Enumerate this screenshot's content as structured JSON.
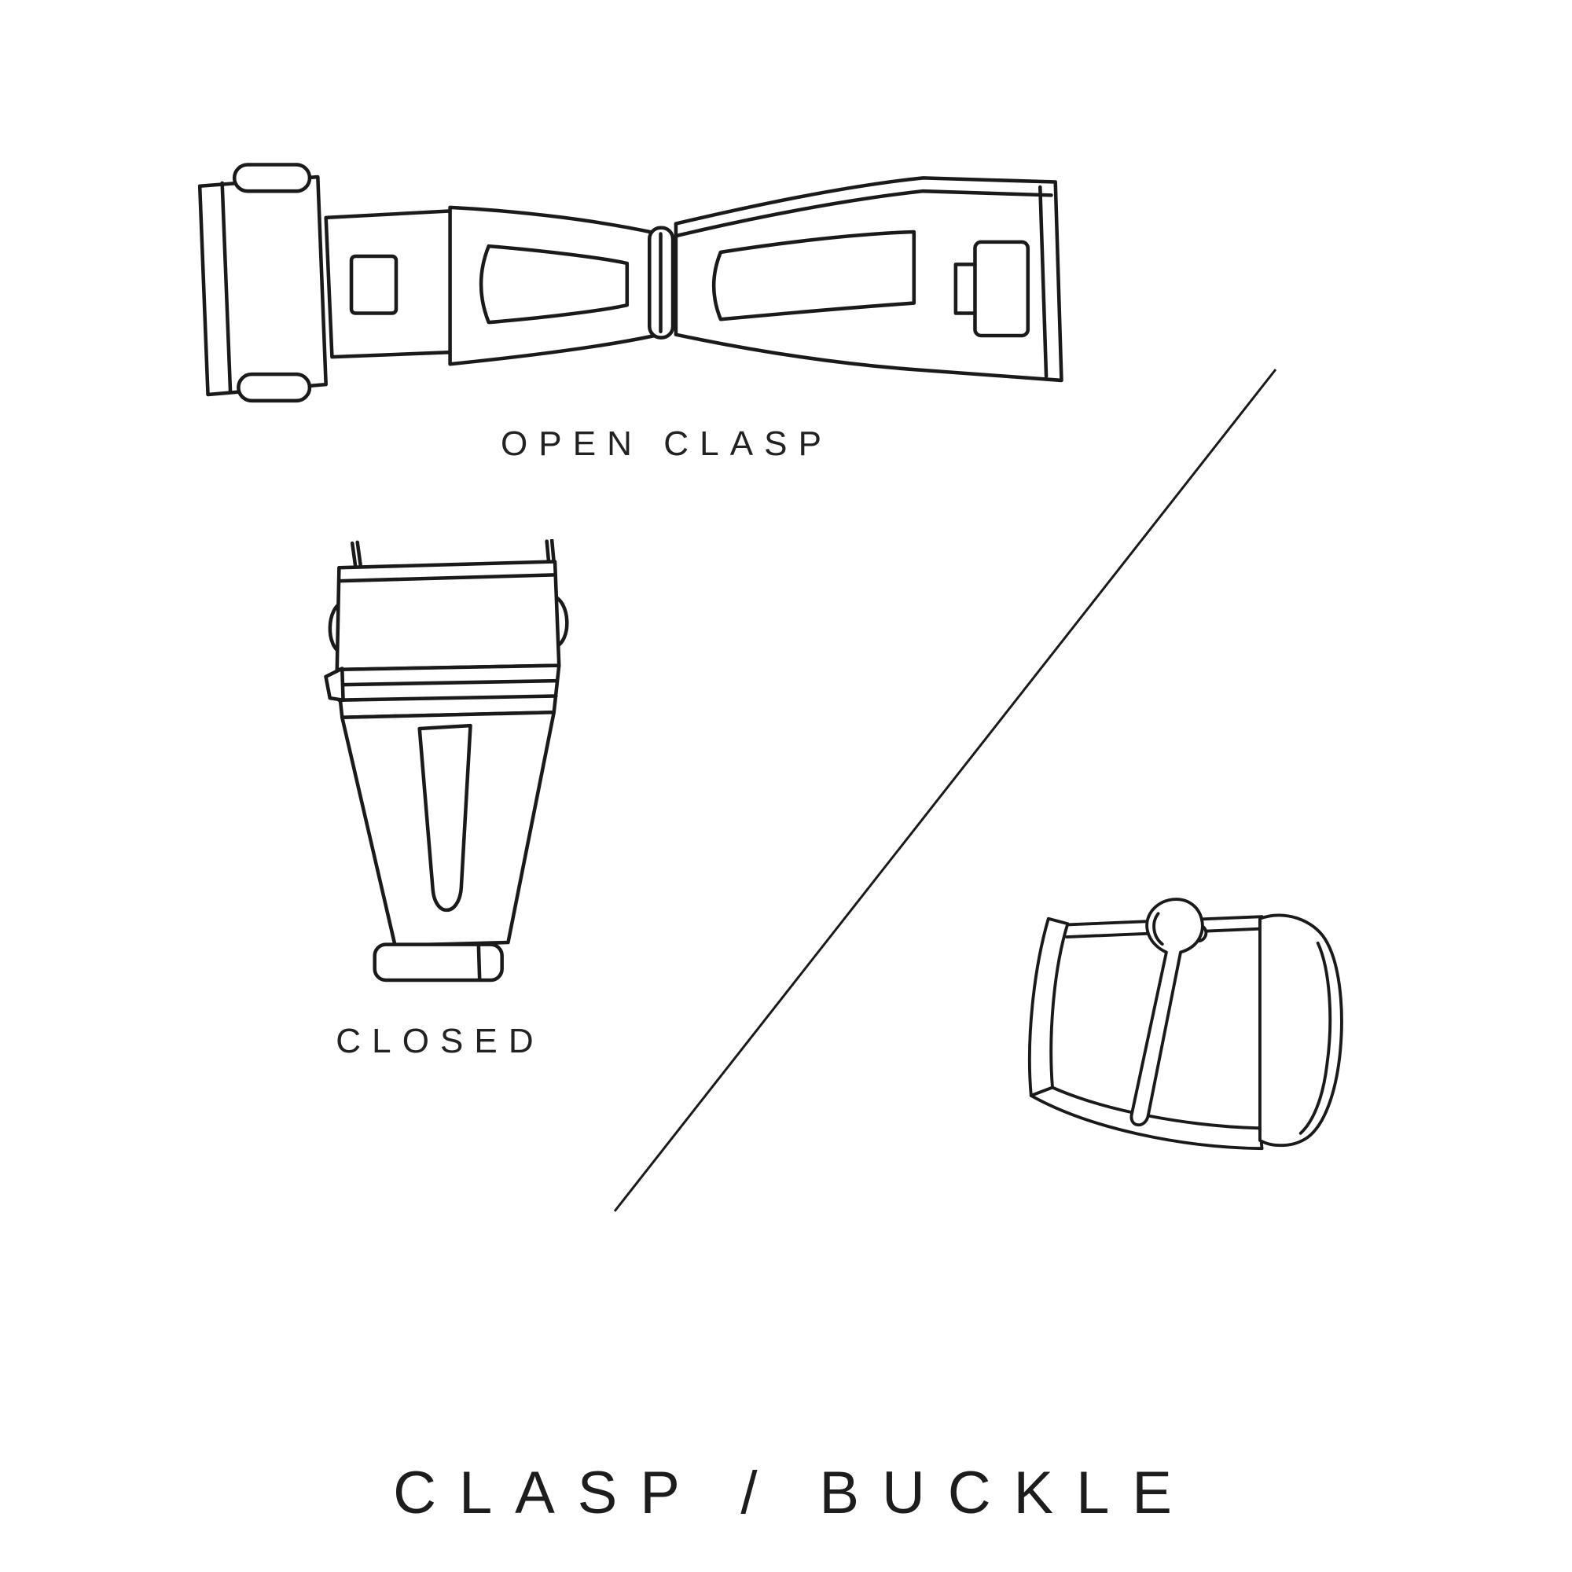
{
  "labels": {
    "open_clasp": "OPEN CLASP",
    "closed": "CLOSED",
    "title": "CLASP / BUCKLE"
  },
  "figures": {
    "open_clasp": "open-clasp-illustration",
    "closed_clasp": "closed-clasp-illustration",
    "buckle": "tang-buckle-illustration",
    "divider": "diagonal-divider-line"
  },
  "colors": {
    "background": "#ffffff",
    "line": "#1a1a1a",
    "text": "#1d1d1d"
  }
}
